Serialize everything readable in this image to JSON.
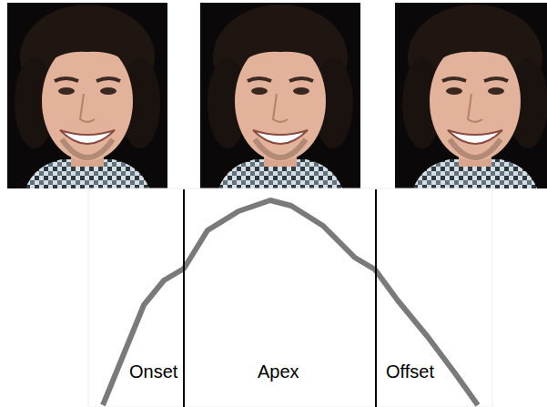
{
  "diagram": {
    "labels": [
      "Onset",
      "Apex",
      "Offset"
    ]
  }
}
